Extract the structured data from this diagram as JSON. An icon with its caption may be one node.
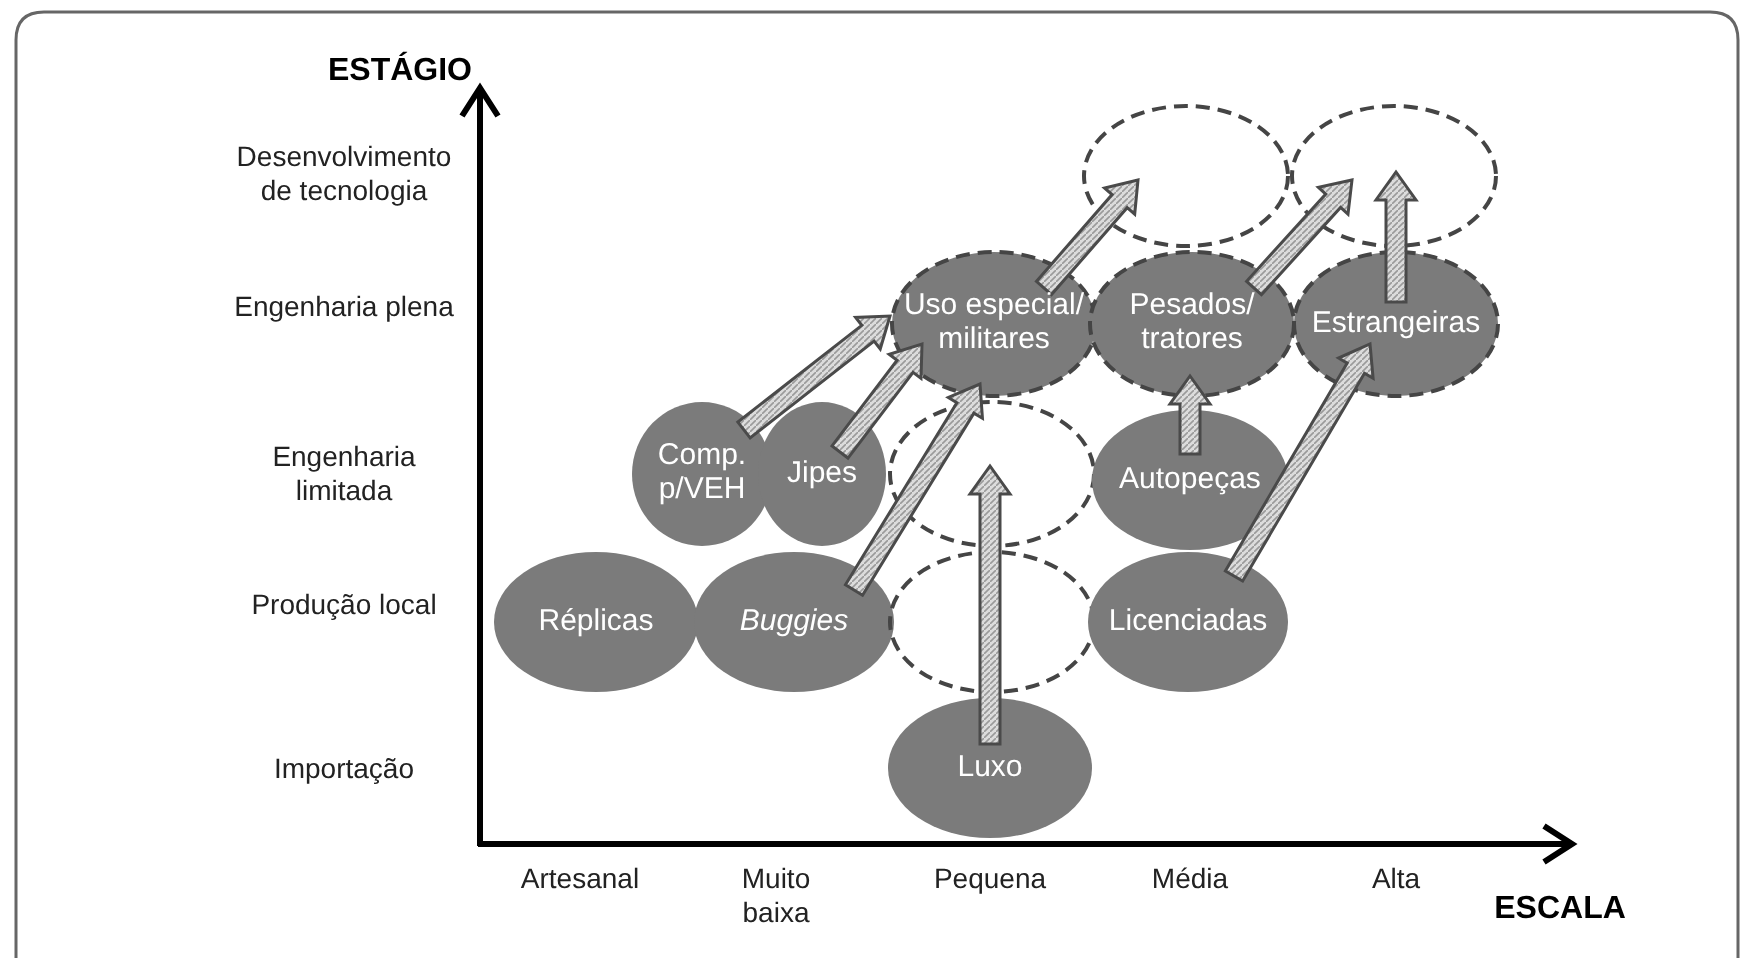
{
  "diagram": {
    "nodes": [
      {
        "text": [],
        "shape": "ellipse"
      },
      {
        "text": [],
        "shape": "ellipse"
      },
      {
        "text": [
          "Uso especial/ militares"
        ]
      },
      {
        "text": [
          "Pesados/ tratores"
        ]
      },
      {
        "text": [
          "Estrangeiras"
        ]
      },
      {
        "text": [
          "Comp. p/VEH"
        ]
      },
      {
        "text": [
          "Jipes"
        ]
      },
      {
        "text": [],
        "shape": "ellipse"
      },
      {
        "text": [
          "Autopeças"
        ]
      },
      {
        "text": [
          "Réplicas"
        ]
      },
      {
        "text": [
          "Buggies"
        ]
      },
      {
        "text": [],
        "shape": "ellipse"
      },
      {
        "text": [
          "Licenciadas"
        ]
      },
      {
        "text": [
          "Luxo"
        ]
      }
    ],
    "edges": [
      {
        "from": 5,
        "to": 2,
        "arrow": "to"
      },
      {
        "from": 6,
        "to": 2,
        "arrow": "to"
      },
      {
        "from": 10,
        "to": 2,
        "arrow": "to"
      },
      {
        "from": 13,
        "to": 7,
        "arrow": "to"
      },
      {
        "from": 8,
        "to": 3,
        "arrow": "to"
      },
      {
        "from": 12,
        "to": 4,
        "arrow": "to"
      },
      {
        "from": 2,
        "to": 0,
        "arrow": "to"
      },
      {
        "from": 3,
        "to": 1,
        "arrow": "to"
      },
      {
        "from": 4,
        "to": 1,
        "arrow": "to"
      }
    ],
    "labels": [
      "ESTÁGIO",
      "Desenvolvimento de tecnologia",
      "Engenharia plena",
      "Engenharia limitada",
      "Produção local",
      "Importação",
      "Artesanal",
      "Muito baixa",
      "Pequena",
      "Média",
      "Alta",
      "ESCALA"
    ]
  }
}
